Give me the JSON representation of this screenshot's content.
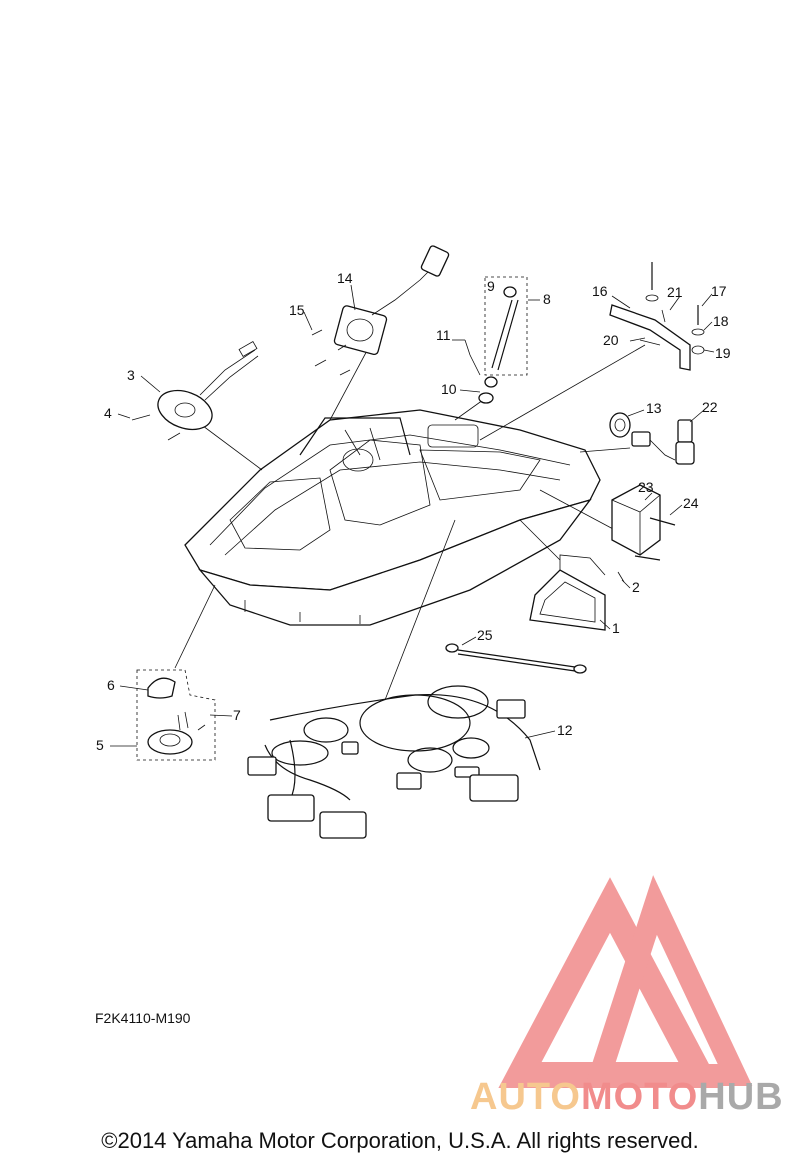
{
  "diagram": {
    "part_numbers": [
      "1",
      "2",
      "3",
      "4",
      "5",
      "6",
      "7",
      "8",
      "9",
      "10",
      "11",
      "12",
      "13",
      "14",
      "15",
      "16",
      "17",
      "18",
      "19",
      "20",
      "21",
      "22",
      "23",
      "24",
      "25"
    ],
    "figure_code": "F2K4110-M190"
  },
  "watermark": {
    "logo_part1": "AUTO",
    "logo_part2": "MOTO",
    "logo_part3": "HUB",
    "colors": {
      "auto": "#f6c88f",
      "moto": "#f18c8c",
      "hub": "#a9a9a9",
      "triangle": "#f08a8a"
    }
  },
  "footer": {
    "copyright": "©2014 Yamaha Motor Corporation, U.S.A. All rights reserved."
  }
}
